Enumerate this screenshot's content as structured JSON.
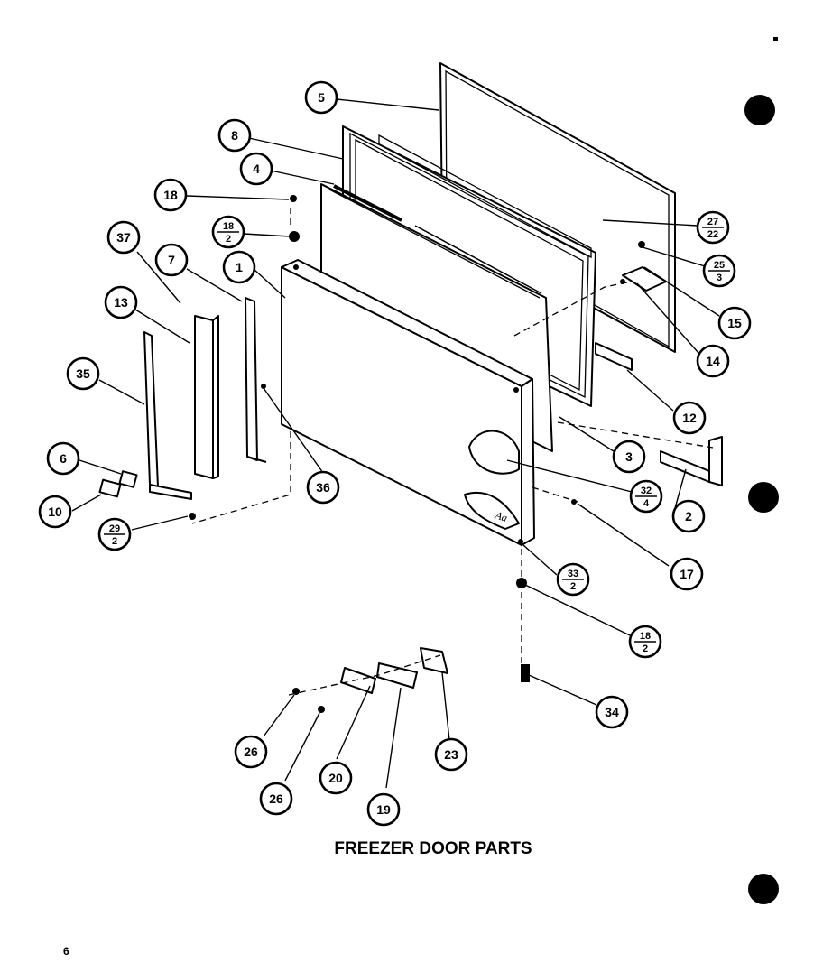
{
  "diagram": {
    "title": "FREEZER DOOR PARTS",
    "page_number": "6",
    "callouts": {
      "c1": {
        "top": "1"
      },
      "c2": {
        "top": "2"
      },
      "c3": {
        "top": "3"
      },
      "c4": {
        "top": "4"
      },
      "c5": {
        "top": "5"
      },
      "c6": {
        "top": "6"
      },
      "c7": {
        "top": "7"
      },
      "c8": {
        "top": "8"
      },
      "c10": {
        "top": "10"
      },
      "c12": {
        "top": "12"
      },
      "c13": {
        "top": "13"
      },
      "c14": {
        "top": "14"
      },
      "c15": {
        "top": "15"
      },
      "c17": {
        "top": "17"
      },
      "c18": {
        "top": "18"
      },
      "c19": {
        "top": "19"
      },
      "c20": {
        "top": "20"
      },
      "c23": {
        "top": "23"
      },
      "c26a": {
        "top": "26"
      },
      "c26b": {
        "top": "26"
      },
      "c34": {
        "top": "34"
      },
      "c35": {
        "top": "35"
      },
      "c36": {
        "top": "36"
      },
      "c37": {
        "top": "37"
      },
      "f18a": {
        "top": "18",
        "bottom": "2"
      },
      "f18b": {
        "top": "18",
        "bottom": "2"
      },
      "f27": {
        "top": "27",
        "bottom": "22"
      },
      "f25": {
        "top": "25",
        "bottom": "3"
      },
      "f32": {
        "top": "32",
        "bottom": "4"
      },
      "f33": {
        "top": "33",
        "bottom": "2"
      },
      "f29": {
        "top": "29",
        "bottom": "2"
      }
    }
  }
}
